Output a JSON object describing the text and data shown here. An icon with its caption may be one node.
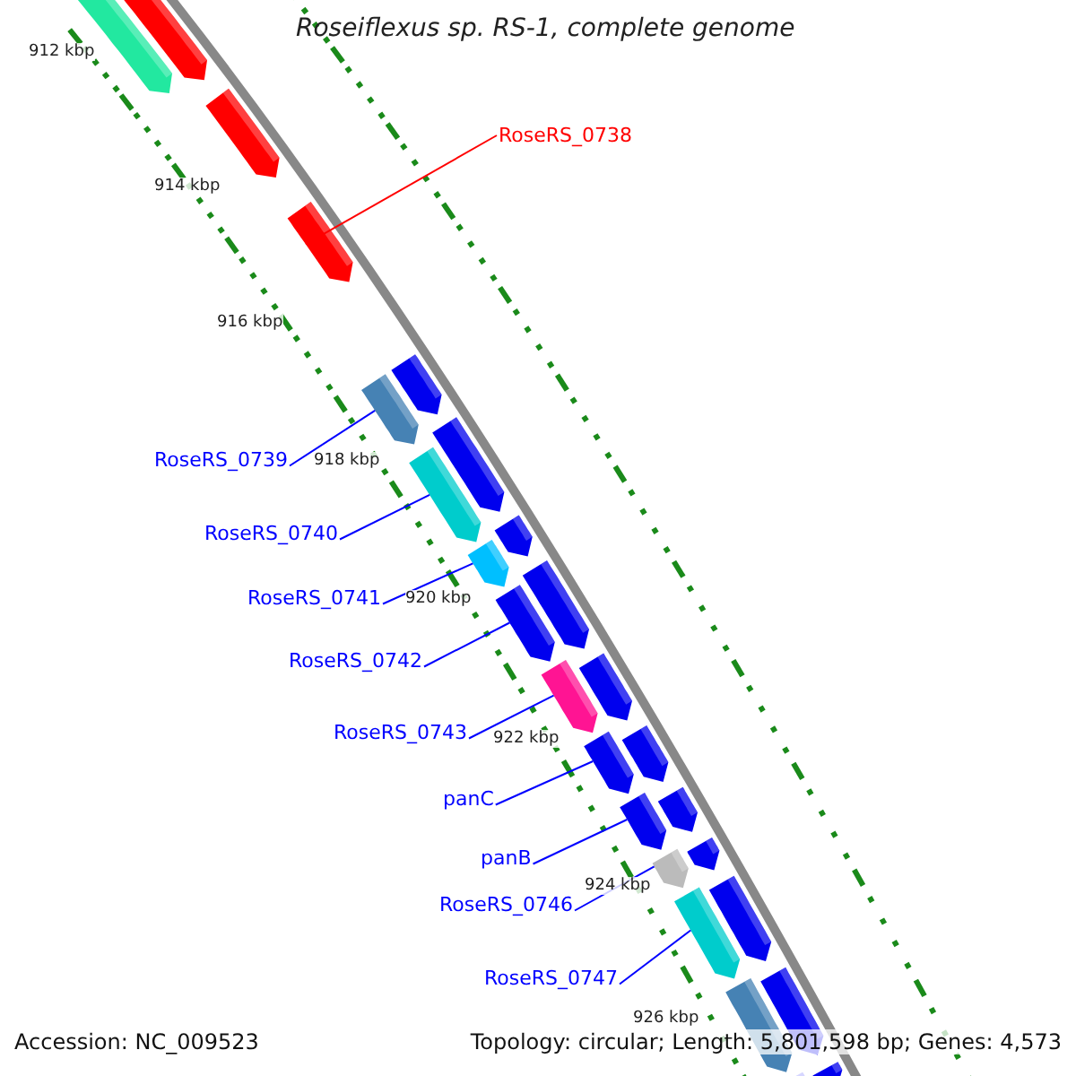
{
  "diagram": {
    "title": "Roseiflexus sp. RS-1, complete genome",
    "nodes": [
      {
        "text": [
          "RoseRS_0738"
        ]
      },
      {
        "text": [
          "RoseRS_0739"
        ]
      },
      {
        "text": [
          "RoseRS_0740"
        ]
      },
      {
        "text": [
          "RoseRS_0741"
        ]
      },
      {
        "text": [
          "RoseRS_0742"
        ]
      },
      {
        "text": [
          "RoseRS_0743"
        ]
      },
      {
        "text": [
          "panC"
        ]
      },
      {
        "text": [
          "panB"
        ]
      },
      {
        "text": [
          "RoseRS_0746"
        ]
      },
      {
        "text": [
          "RoseRS_0747"
        ]
      },
      {
        "text": [],
        "shape": "bar"
      },
      {
        "text": [],
        "shape": "bar"
      },
      {
        "text": [],
        "shape": "bar"
      },
      {
        "text": [],
        "shape": "bar"
      },
      {
        "text": [],
        "shape": "bar"
      },
      {
        "text": [],
        "shape": "bar"
      },
      {
        "text": [],
        "shape": "bar"
      },
      {
        "text": [],
        "shape": "bar"
      },
      {
        "text": [],
        "shape": "bar"
      },
      {
        "text": [],
        "shape": "bar"
      },
      {
        "text": [],
        "shape": "bar"
      },
      {
        "text": [],
        "shape": "bar"
      },
      {
        "text": [],
        "shape": "bar"
      },
      {
        "text": [],
        "shape": "bar"
      },
      {
        "text": [],
        "shape": "bar"
      },
      {
        "text": [],
        "shape": "bar"
      },
      {
        "text": [],
        "shape": "bar"
      },
      {
        "text": [],
        "shape": "bar"
      },
      {
        "text": [],
        "shape": "bar"
      },
      {
        "text": [],
        "shape": "bar"
      },
      {
        "text": [],
        "shape": "bar"
      },
      {
        "text": [],
        "shape": "bar"
      },
      {
        "text": [],
        "shape": "bar"
      },
      {
        "text": [],
        "shape": "bar"
      },
      {
        "text": [],
        "shape": "bar"
      },
      {
        "text": [],
        "shape": "bar"
      }
    ],
    "edges": [
      {
        "from": 0,
        "to": 13,
        "arrow": "none",
        "color": "#ff0000"
      },
      {
        "from": 1,
        "to": 15,
        "arrow": "none"
      },
      {
        "from": 2,
        "to": 17,
        "arrow": "none"
      },
      {
        "from": 3,
        "to": 19,
        "arrow": "none"
      },
      {
        "from": 4,
        "to": 21,
        "arrow": "none"
      },
      {
        "from": 5,
        "to": 22,
        "arrow": "none"
      },
      {
        "from": 6,
        "to": 24,
        "arrow": "none"
      },
      {
        "from": 7,
        "to": 26,
        "arrow": "none"
      },
      {
        "from": 8,
        "to": 28,
        "arrow": "none"
      },
      {
        "from": 9,
        "to": 30,
        "arrow": "none"
      }
    ],
    "labels": [
      "912 kbp",
      "914 kbp",
      "916 kbp",
      "918 kbp",
      "920 kbp",
      "922 kbp",
      "924 kbp",
      "926 kbp",
      "Accession: NC_009523",
      "Topology: circular; Length: 5,801,598 bp; Genes: 4,573"
    ]
  }
}
